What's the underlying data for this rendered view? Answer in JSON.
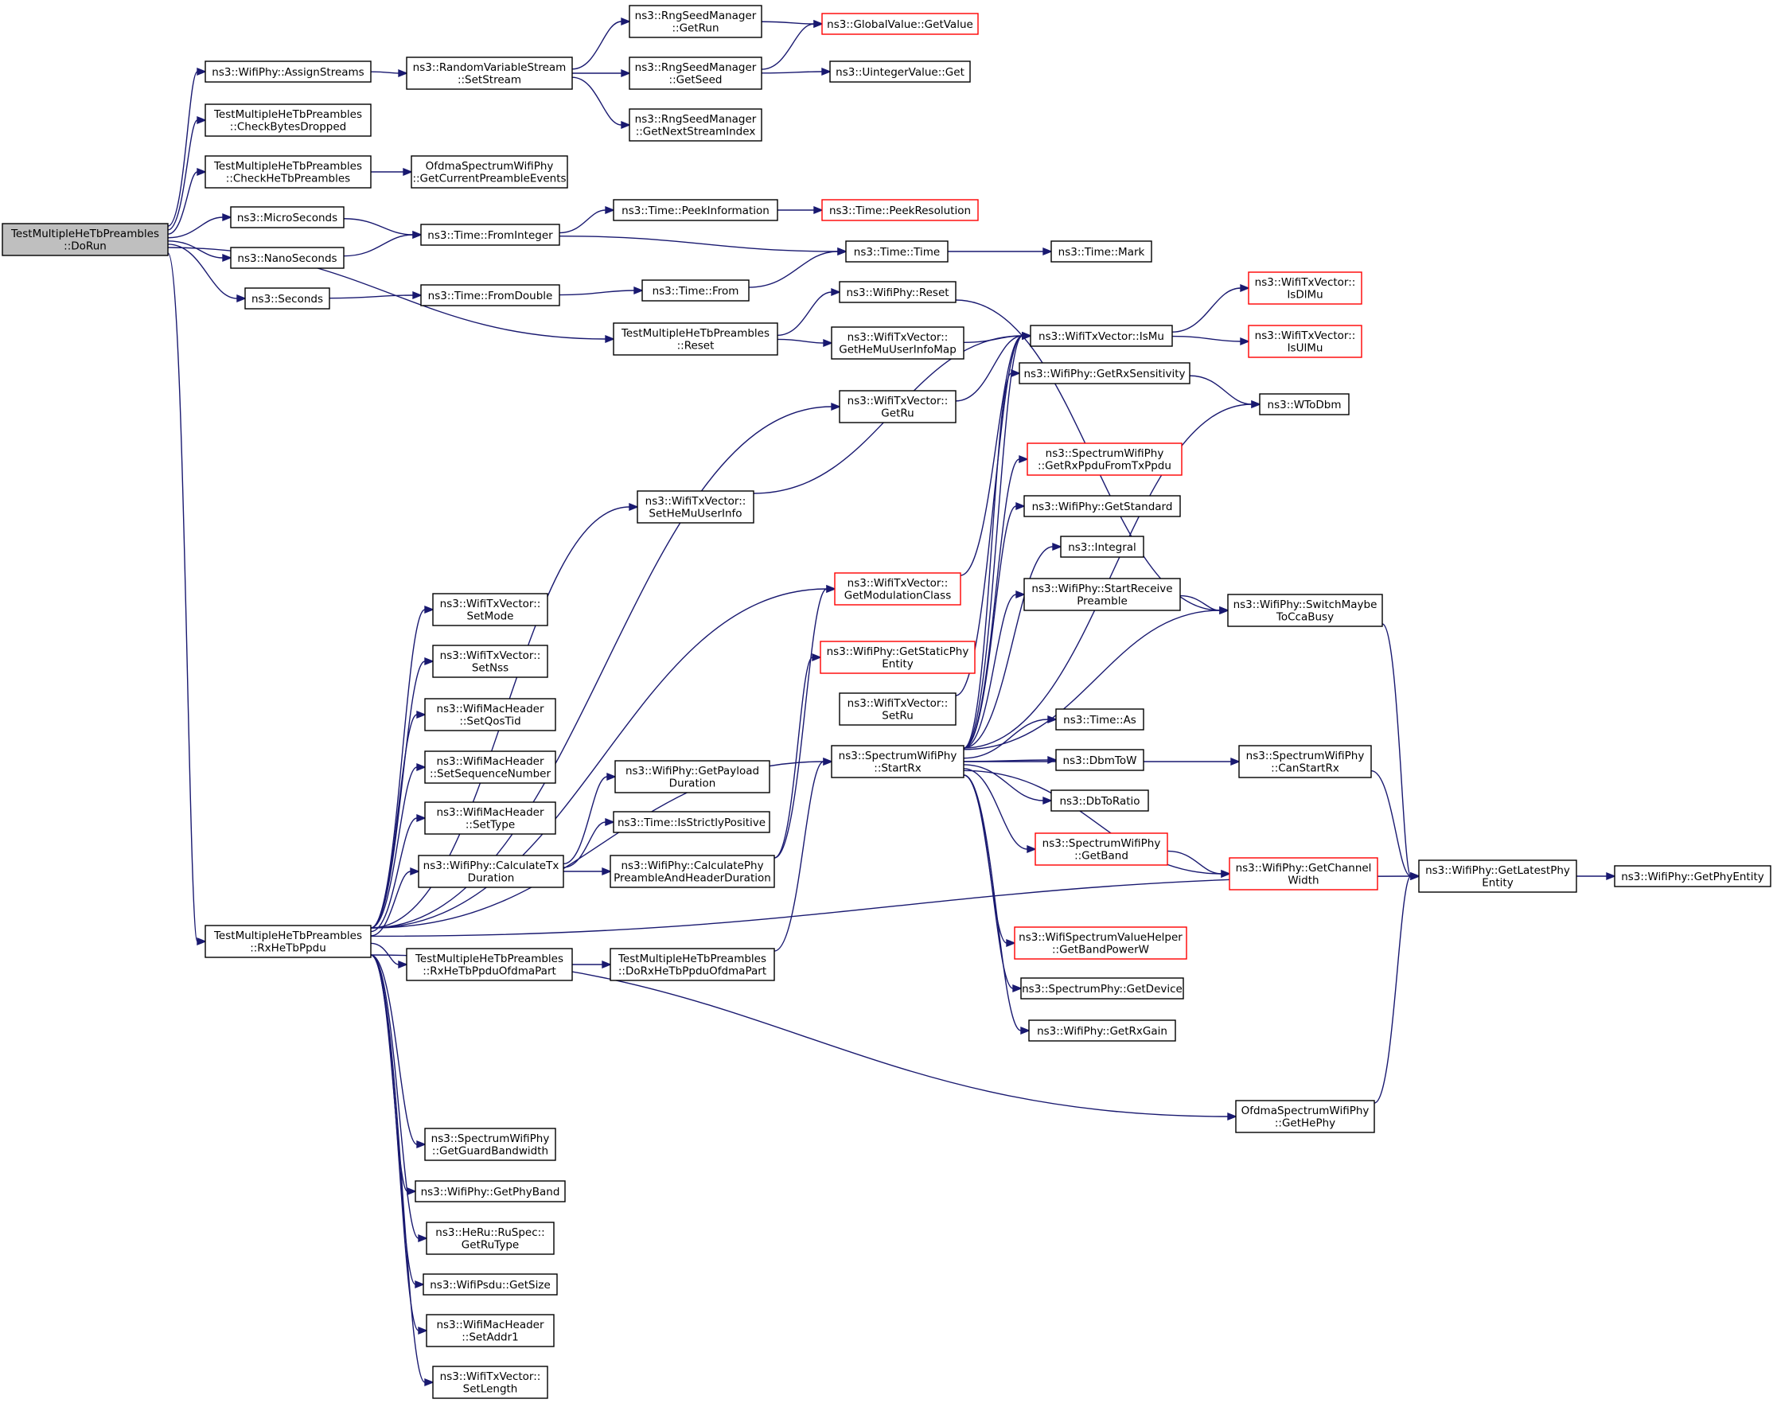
{
  "colors": {
    "edge": "#191970",
    "border": "#000000",
    "truncated_border": "#ff0000",
    "root_fill": "#bfbfbf"
  },
  "nodes": [
    {
      "id": "dorun",
      "lines": [
        "TestMultipleHeTbPreambles",
        "::DoRun"
      ],
      "root": true
    },
    {
      "id": "assignstreams",
      "lines": [
        "ns3::WifiPhy::AssignStreams"
      ]
    },
    {
      "id": "checkbytes",
      "lines": [
        "TestMultipleHeTbPreambles",
        "::CheckBytesDropped"
      ]
    },
    {
      "id": "checkhetb",
      "lines": [
        "TestMultipleHeTbPreambles",
        "::CheckHeTbPreambles"
      ]
    },
    {
      "id": "micro",
      "lines": [
        "ns3::MicroSeconds"
      ]
    },
    {
      "id": "nano",
      "lines": [
        "ns3::NanoSeconds"
      ]
    },
    {
      "id": "seconds",
      "lines": [
        "ns3::Seconds"
      ]
    },
    {
      "id": "rxhetb",
      "lines": [
        "TestMultipleHeTbPreambles",
        "::RxHeTbPpdu"
      ]
    },
    {
      "id": "setstream",
      "lines": [
        "ns3::RandomVariableStream",
        "::SetStream"
      ]
    },
    {
      "id": "getcurpre",
      "lines": [
        "OfdmaSpectrumWifiPhy",
        "::GetCurrentPreambleEvents"
      ]
    },
    {
      "id": "frominteger",
      "lines": [
        "ns3::Time::FromInteger"
      ]
    },
    {
      "id": "fromdouble",
      "lines": [
        "ns3::Time::FromDouble"
      ]
    },
    {
      "id": "getrun",
      "lines": [
        "ns3::RngSeedManager",
        "::GetRun"
      ]
    },
    {
      "id": "getseed",
      "lines": [
        "ns3::RngSeedManager",
        "::GetSeed"
      ]
    },
    {
      "id": "getnext",
      "lines": [
        "ns3::RngSeedManager",
        "::GetNextStreamIndex"
      ]
    },
    {
      "id": "peekinfo",
      "lines": [
        "ns3::Time::PeekInformation"
      ]
    },
    {
      "id": "from",
      "lines": [
        "ns3::Time::From"
      ]
    },
    {
      "id": "tmreset",
      "lines": [
        "TestMultipleHeTbPreambles",
        "::Reset"
      ]
    },
    {
      "id": "getgvalue",
      "lines": [
        "ns3::GlobalValue::GetValue"
      ],
      "truncated": true
    },
    {
      "id": "uintget",
      "lines": [
        "ns3::UintegerValue::Get"
      ]
    },
    {
      "id": "peekres",
      "lines": [
        "ns3::Time::PeekResolution"
      ],
      "truncated": true
    },
    {
      "id": "timetime",
      "lines": [
        "ns3::Time::Time"
      ]
    },
    {
      "id": "timemark",
      "lines": [
        "ns3::Time::Mark"
      ]
    },
    {
      "id": "wpreset",
      "lines": [
        "ns3::WifiPhy::Reset"
      ]
    },
    {
      "id": "gethemu",
      "lines": [
        "ns3::WifiTxVector::",
        "GetHeMuUserInfoMap"
      ]
    },
    {
      "id": "ismu",
      "lines": [
        "ns3::WifiTxVector::IsMu"
      ]
    },
    {
      "id": "isdlmu",
      "lines": [
        "ns3::WifiTxVector::",
        "IsDlMu"
      ],
      "truncated": true
    },
    {
      "id": "isulmu",
      "lines": [
        "ns3::WifiTxVector::",
        "IsUlMu"
      ],
      "truncated": true
    },
    {
      "id": "getrxsens",
      "lines": [
        "ns3::WifiPhy::GetRxSensitivity"
      ]
    },
    {
      "id": "wtodbm",
      "lines": [
        "ns3::WToDbm"
      ]
    },
    {
      "id": "getru",
      "lines": [
        "ns3::WifiTxVector::",
        "GetRu"
      ]
    },
    {
      "id": "sethemu",
      "lines": [
        "ns3::WifiTxVector::",
        "SetHeMuUserInfo"
      ]
    },
    {
      "id": "getrxppdu",
      "lines": [
        "ns3::SpectrumWifiPhy",
        "::GetRxPpduFromTxPpdu"
      ],
      "truncated": true
    },
    {
      "id": "getstandard",
      "lines": [
        "ns3::WifiPhy::GetStandard"
      ]
    },
    {
      "id": "integral",
      "lines": [
        "ns3::Integral"
      ]
    },
    {
      "id": "getmod",
      "lines": [
        "ns3::WifiTxVector::",
        "GetModulationClass"
      ],
      "truncated": true
    },
    {
      "id": "startrecv",
      "lines": [
        "ns3::WifiPhy::StartReceive",
        "Preamble"
      ]
    },
    {
      "id": "switchmaybe",
      "lines": [
        "ns3::WifiPhy::SwitchMaybe",
        "ToCcaBusy"
      ]
    },
    {
      "id": "setmode",
      "lines": [
        "ns3::WifiTxVector::",
        "SetMode"
      ]
    },
    {
      "id": "setnss",
      "lines": [
        "ns3::WifiTxVector::",
        "SetNss"
      ]
    },
    {
      "id": "getstatic",
      "lines": [
        "ns3::WifiPhy::GetStaticPhy",
        "Entity"
      ],
      "truncated": true
    },
    {
      "id": "setqos",
      "lines": [
        "ns3::WifiMacHeader",
        "::SetQosTid"
      ]
    },
    {
      "id": "setru",
      "lines": [
        "ns3::WifiTxVector::",
        "SetRu"
      ]
    },
    {
      "id": "timeas",
      "lines": [
        "ns3::Time::As"
      ]
    },
    {
      "id": "setseq",
      "lines": [
        "ns3::WifiMacHeader",
        "::SetSequenceNumber"
      ]
    },
    {
      "id": "startrx",
      "lines": [
        "ns3::SpectrumWifiPhy",
        "::StartRx"
      ]
    },
    {
      "id": "dbmtow",
      "lines": [
        "ns3::DbmToW"
      ]
    },
    {
      "id": "canstart",
      "lines": [
        "ns3::SpectrumWifiPhy",
        "::CanStartRx"
      ]
    },
    {
      "id": "getpayload",
      "lines": [
        "ns3::WifiPhy::GetPayload",
        "Duration"
      ]
    },
    {
      "id": "dbtoratio",
      "lines": [
        "ns3::DbToRatio"
      ]
    },
    {
      "id": "settype",
      "lines": [
        "ns3::WifiMacHeader",
        "::SetType"
      ]
    },
    {
      "id": "isstrictly",
      "lines": [
        "ns3::Time::IsStrictlyPositive"
      ]
    },
    {
      "id": "calctx",
      "lines": [
        "ns3::WifiPhy::CalculateTx",
        "Duration"
      ]
    },
    {
      "id": "calcphy",
      "lines": [
        "ns3::WifiPhy::CalculatePhy",
        "PreambleAndHeaderDuration"
      ]
    },
    {
      "id": "getband",
      "lines": [
        "ns3::SpectrumWifiPhy",
        "::GetBand"
      ],
      "truncated": true
    },
    {
      "id": "getchanw",
      "lines": [
        "ns3::WifiPhy::GetChannel",
        "Width"
      ],
      "truncated": true
    },
    {
      "id": "getlatest",
      "lines": [
        "ns3::WifiPhy::GetLatestPhy",
        "Entity"
      ]
    },
    {
      "id": "getphyent",
      "lines": [
        "ns3::WifiPhy::GetPhyEntity"
      ]
    },
    {
      "id": "rxofdma",
      "lines": [
        "TestMultipleHeTbPreambles",
        "::RxHeTbPpduOfdmaPart"
      ]
    },
    {
      "id": "dorxofdma",
      "lines": [
        "TestMultipleHeTbPreambles",
        "::DoRxHeTbPpduOfdmaPart"
      ]
    },
    {
      "id": "getbandpw",
      "lines": [
        "ns3::WifiSpectrumValueHelper",
        "::GetBandPowerW"
      ],
      "truncated": true
    },
    {
      "id": "getdevice",
      "lines": [
        "ns3::SpectrumPhy::GetDevice"
      ]
    },
    {
      "id": "getrxgain",
      "lines": [
        "ns3::WifiPhy::GetRxGain"
      ]
    },
    {
      "id": "gethephy",
      "lines": [
        "OfdmaSpectrumWifiPhy",
        "::GetHePhy"
      ]
    },
    {
      "id": "getguard",
      "lines": [
        "ns3::SpectrumWifiPhy",
        "::GetGuardBandwidth"
      ]
    },
    {
      "id": "getphyband",
      "lines": [
        "ns3::WifiPhy::GetPhyBand"
      ]
    },
    {
      "id": "getrutype",
      "lines": [
        "ns3::HeRu::RuSpec::",
        "GetRuType"
      ]
    },
    {
      "id": "getsize",
      "lines": [
        "ns3::WifiPsdu::GetSize"
      ]
    },
    {
      "id": "setaddr1",
      "lines": [
        "ns3::WifiMacHeader",
        "::SetAddr1"
      ]
    },
    {
      "id": "setlength",
      "lines": [
        "ns3::WifiTxVector::",
        "SetLength"
      ]
    }
  ],
  "edges": [
    [
      "dorun",
      "assignstreams"
    ],
    [
      "dorun",
      "checkbytes"
    ],
    [
      "dorun",
      "checkhetb"
    ],
    [
      "dorun",
      "micro"
    ],
    [
      "dorun",
      "nano"
    ],
    [
      "dorun",
      "seconds"
    ],
    [
      "dorun",
      "tmreset"
    ],
    [
      "dorun",
      "rxhetb"
    ],
    [
      "assignstreams",
      "setstream"
    ],
    [
      "setstream",
      "getrun"
    ],
    [
      "setstream",
      "getseed"
    ],
    [
      "setstream",
      "getnext"
    ],
    [
      "getrun",
      "getgvalue"
    ],
    [
      "getseed",
      "getgvalue"
    ],
    [
      "getseed",
      "uintget"
    ],
    [
      "checkhetb",
      "getcurpre"
    ],
    [
      "micro",
      "frominteger"
    ],
    [
      "nano",
      "frominteger"
    ],
    [
      "frominteger",
      "peekinfo"
    ],
    [
      "frominteger",
      "timetime"
    ],
    [
      "peekinfo",
      "peekres"
    ],
    [
      "seconds",
      "fromdouble"
    ],
    [
      "fromdouble",
      "from"
    ],
    [
      "from",
      "timetime"
    ],
    [
      "timetime",
      "timemark"
    ],
    [
      "tmreset",
      "wpreset"
    ],
    [
      "tmreset",
      "gethemu"
    ],
    [
      "gethemu",
      "ismu"
    ],
    [
      "wpreset",
      "switchmaybe"
    ],
    [
      "ismu",
      "isdlmu"
    ],
    [
      "ismu",
      "isulmu"
    ],
    [
      "getrxsens",
      "wtodbm"
    ],
    [
      "getru",
      "ismu"
    ],
    [
      "sethemu",
      "ismu"
    ],
    [
      "getmod",
      "ismu"
    ],
    [
      "setru",
      "ismu"
    ],
    [
      "startrecv",
      "switchmaybe"
    ],
    [
      "switchmaybe",
      "getlatest"
    ],
    [
      "canstart",
      "getlatest"
    ],
    [
      "getlatest",
      "getphyent"
    ],
    [
      "gethephy",
      "getlatest"
    ],
    [
      "getband",
      "getchanw"
    ],
    [
      "calctx",
      "getpayload"
    ],
    [
      "calctx",
      "isstrictly"
    ],
    [
      "calctx",
      "calcphy"
    ],
    [
      "calcphy",
      "getmod"
    ],
    [
      "calcphy",
      "getstatic"
    ],
    [
      "rxofdma",
      "dorxofdma"
    ],
    [
      "dorxofdma",
      "startrx"
    ],
    [
      "startrx",
      "ismu"
    ],
    [
      "startrx",
      "getrxsens"
    ],
    [
      "startrx",
      "wtodbm"
    ],
    [
      "startrx",
      "getrxppdu"
    ],
    [
      "startrx",
      "getstandard"
    ],
    [
      "startrx",
      "integral"
    ],
    [
      "startrx",
      "startrecv"
    ],
    [
      "startrx",
      "switchmaybe"
    ],
    [
      "startrx",
      "timeas"
    ],
    [
      "startrx",
      "dbmtow"
    ],
    [
      "startrx",
      "canstart"
    ],
    [
      "startrx",
      "dbtoratio"
    ],
    [
      "startrx",
      "getband"
    ],
    [
      "startrx",
      "getchanw"
    ],
    [
      "startrx",
      "getbandpw"
    ],
    [
      "startrx",
      "getdevice"
    ],
    [
      "startrx",
      "getrxgain"
    ],
    [
      "rxhetb",
      "getru"
    ],
    [
      "rxhetb",
      "sethemu"
    ],
    [
      "rxhetb",
      "setmode"
    ],
    [
      "rxhetb",
      "setnss"
    ],
    [
      "rxhetb",
      "setqos"
    ],
    [
      "rxhetb",
      "setseq"
    ],
    [
      "rxhetb",
      "settype"
    ],
    [
      "rxhetb",
      "calctx"
    ],
    [
      "rxhetb",
      "getmod"
    ],
    [
      "rxhetb",
      "rxofdma"
    ],
    [
      "rxhetb",
      "startrx"
    ],
    [
      "rxhetb",
      "getlatest"
    ],
    [
      "rxhetb",
      "gethephy"
    ],
    [
      "rxhetb",
      "getguard"
    ],
    [
      "rxhetb",
      "getphyband"
    ],
    [
      "rxhetb",
      "getrutype"
    ],
    [
      "rxhetb",
      "getsize"
    ],
    [
      "rxhetb",
      "setaddr1"
    ],
    [
      "rxhetb",
      "setlength"
    ]
  ]
}
